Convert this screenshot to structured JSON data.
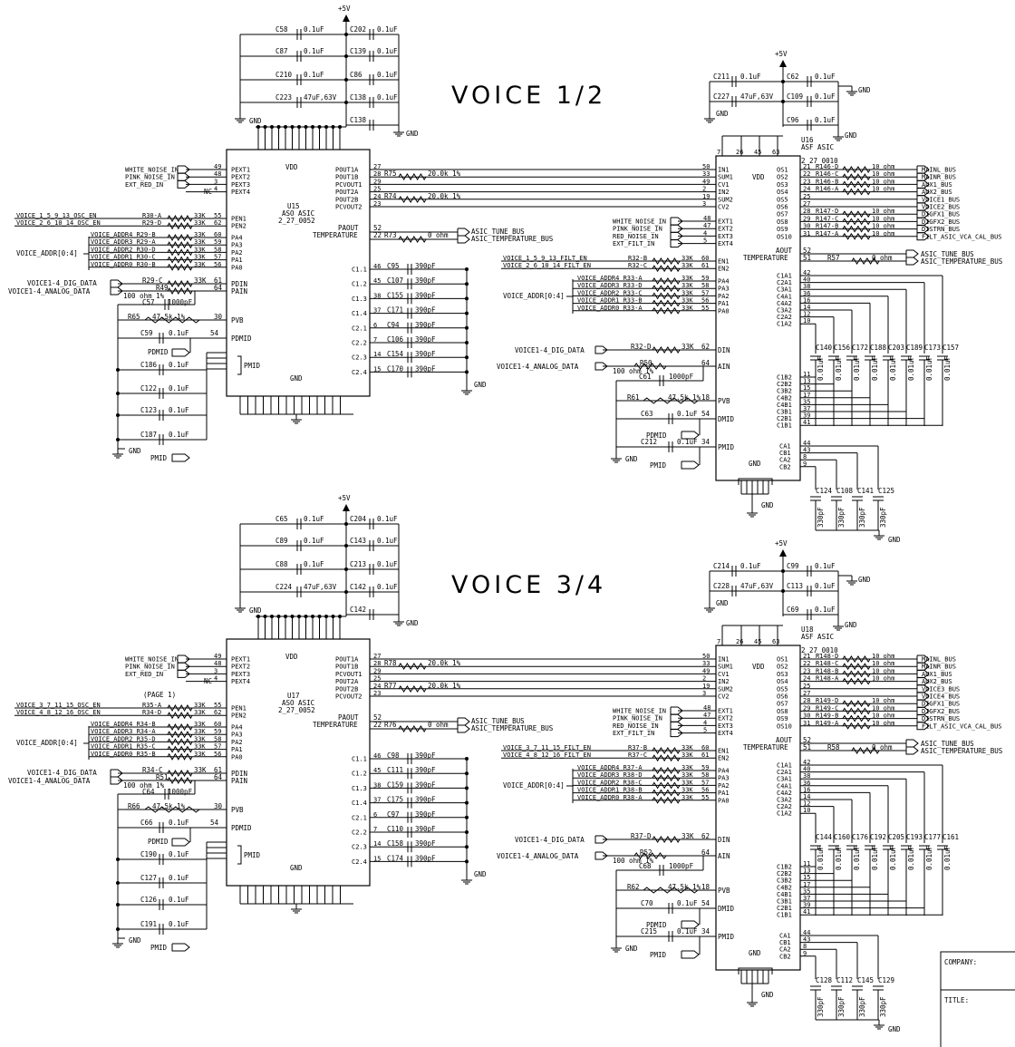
{
  "titles": {
    "voice12": "VOICE 1/2",
    "voice34": "VOICE 3/4"
  },
  "labels": {
    "plus5v": "+5V",
    "gnd": "GND",
    "vdd": "VDD",
    "pmid": "PMID",
    "pdmid": "PDMID",
    "page1": "(PAGE 1)"
  },
  "caps_top_left": {
    "C58": "C58",
    "C87": "C87",
    "C210": "C210",
    "C223": "C223",
    "C202": "C202",
    "C139": "C139",
    "C86": "C86",
    "C138": "C138",
    "val": "0.1uF",
    "big": "47uF,63V"
  },
  "u15": {
    "ref": "U15",
    "type": "ASO ASIC",
    "part": "2_27_0052"
  },
  "u17": {
    "ref": "U17",
    "type": "ASO ASIC",
    "part": "2_27_0052"
  },
  "u16": {
    "ref": "U16",
    "type": "ASF ASIC",
    "part": "2_27_0010"
  },
  "u18": {
    "ref": "U18",
    "type": "ASF ASIC",
    "part": "2_27_0010"
  },
  "aso_left_pins": [
    {
      "num": "49",
      "name": "PEXT1",
      "net": "WHITE_NOISE_IN"
    },
    {
      "num": "48",
      "name": "PEXT2",
      "net": "PINK_NOISE_IN"
    },
    {
      "num": "3",
      "name": "PEXT3",
      "net": "EXT_RED_IN"
    },
    {
      "num": "4",
      "name": "PEXT4",
      "net": "NC"
    }
  ],
  "aso_right_pins": [
    {
      "num": "27",
      "name": "POUT1A"
    },
    {
      "num": "28",
      "name": "POUT1B"
    },
    {
      "num": "29",
      "name": "PCVOUT1"
    },
    {
      "num": "25",
      "name": "POUT2A"
    },
    {
      "num": "24",
      "name": "POUT2B"
    },
    {
      "num": "23",
      "name": "PCVOUT2"
    }
  ],
  "aso_misc": {
    "paout": "PAOUT",
    "temperature": "TEMPERATURE",
    "p52": "52",
    "p22": "22",
    "tune": "ASIC_TUNE_BUS",
    "temp": "ASIC_TEMPERATURE_BUS",
    "r0": "0 ohm",
    "r20k": "20.0k 1%"
  },
  "aso_cpins": [
    {
      "num": "46",
      "name": "C1.1"
    },
    {
      "num": "45",
      "name": "C1.2"
    },
    {
      "num": "38",
      "name": "C1.3"
    },
    {
      "num": "37",
      "name": "C1.4"
    },
    {
      "num": "6",
      "name": "C2.1"
    },
    {
      "num": "7",
      "name": "C2.2"
    },
    {
      "num": "14",
      "name": "C2.3"
    },
    {
      "num": "15",
      "name": "C2.4"
    }
  ],
  "aso_cap_val": "390pF",
  "aso_pa": [
    {
      "name": "PA4",
      "num": "60"
    },
    {
      "name": "PA3",
      "num": "59"
    },
    {
      "name": "PA2",
      "num": "58"
    },
    {
      "name": "PA1",
      "num": "57"
    },
    {
      "name": "PA0",
      "num": "56"
    }
  ],
  "voice_addr": "VOICE_ADDR[0:4]",
  "pen": {
    "pen1": "PEN1",
    "pen2": "PEN2",
    "n55": "55",
    "n62": "62"
  },
  "pdin": {
    "pdin": "PDIN",
    "pain": "PAIN",
    "n61": "61",
    "n64": "64",
    "dig": "VOICE1-4_DIG_DATA",
    "ana": "VOICE1-4_ANALOG_DATA",
    "r100": "100 ohm 1%"
  },
  "pvb": {
    "name": "PVB",
    "r": "47.5k 1%",
    "n30": "30",
    "n54": "54",
    "cap": "1000pF"
  },
  "res_val": "33K",
  "top": {
    "osc1": "VOICE_1_5_9_13_OSC_EN",
    "osc2": "VOICE_2_6_10_14_OSC_EN",
    "r30a": "R30-A",
    "r29d": "R29-D",
    "pa_r": [
      "VOICE_ADDR4 R29-B",
      "VOICE_ADDR3 R29-A",
      "VOICE_ADDR2 R30-D",
      "VOICE_ADDR1 R30-C",
      "VOICE_ADDR0 R30-B"
    ],
    "r29c": "R29-C",
    "r49": "R49",
    "c57": "C57",
    "r65": "R65",
    "c59": "C59",
    "c186": "C186",
    "c122": "C122",
    "c123": "C123",
    "c187": "C187",
    "r75": "R75",
    "r74": "R74",
    "r73": "R73",
    "c95": "C95",
    "c107": "C107",
    "c155": "C155",
    "c171": "C171",
    "c94": "C94",
    "c106": "C106",
    "c154": "C154",
    "c170": "C170"
  },
  "bot": {
    "osc1": "VOICE_3_7_11_15_OSC_EN",
    "osc2": "VOICE_4_8_12_16_OSC_EN",
    "r35a": "R35-A",
    "r34d": "R34-D",
    "pa_r": [
      "VOICE_ADDR4 R34-B",
      "VOICE_ADDR3 R34-A",
      "VOICE_ADDR2 R35-D",
      "VOICE_ADDR1 R35-C",
      "VOICE_ADDR0 R35-B"
    ],
    "r34c": "R34-C",
    "r51": "R51",
    "c64": "C64",
    "r66": "R66",
    "c66": "C66",
    "c190": "C190",
    "c127": "C127",
    "c126": "C126",
    "c191": "C191",
    "r78": "R78",
    "r77": "R77",
    "r76": "R76",
    "c98": "C98",
    "c111": "C111",
    "c159": "C159",
    "c175": "C175",
    "c97": "C97",
    "c110": "C110",
    "c158": "C158",
    "c174": "C174",
    "c65": "C65",
    "c89": "C89",
    "c88": "C88",
    "c224": "C224",
    "c204": "C204",
    "c143": "C143",
    "c213": "C213",
    "c142": "C142"
  },
  "asf_left": [
    {
      "num": "50",
      "name": "IN1"
    },
    {
      "num": "33",
      "name": "SUM1"
    },
    {
      "num": "49",
      "name": "CV1"
    },
    {
      "num": "2",
      "name": "IN2"
    },
    {
      "num": "19",
      "name": "SUM2"
    },
    {
      "num": "3",
      "name": "CV2"
    }
  ],
  "asf_ext": [
    {
      "net": "WHITE_NOISE_IN",
      "num": "48",
      "name": "EXT1"
    },
    {
      "net": "PINK_NOISE_IN",
      "num": "47",
      "name": "EXT2"
    },
    {
      "net": "RED_NOISE_IN",
      "num": "4",
      "name": "EXT3"
    },
    {
      "net": "EXT_FILT_IN",
      "num": "5",
      "name": "EXT4"
    }
  ],
  "asf_os": [
    {
      "name": "OS1",
      "num": "21"
    },
    {
      "name": "OS2",
      "num": "22"
    },
    {
      "name": "OS3",
      "num": "23"
    },
    {
      "name": "OS4",
      "num": "24"
    },
    {
      "name": "OS5",
      "num": "25"
    },
    {
      "name": "OS6",
      "num": "27"
    },
    {
      "name": "OS7",
      "num": "28"
    },
    {
      "name": "OS8",
      "num": "29"
    },
    {
      "name": "OS9",
      "num": "30"
    },
    {
      "name": "OS10",
      "num": "31"
    }
  ],
  "os_res_top": [
    "R146-D",
    "R146-C",
    "R146-B",
    "R146-A",
    "",
    "",
    "R147-D",
    "R147-C",
    "R147-B",
    "R147-A"
  ],
  "os_res_bot": [
    "R148-D",
    "R148-C",
    "R148-B",
    "R148-A",
    "",
    "",
    "R149-D",
    "R149-C",
    "R149-B",
    "R149-A"
  ],
  "os_r_val": "10 ohm",
  "os_nets_top": [
    "MAINL_BUS",
    "MAINR_BUS",
    "AUX1_BUS",
    "AUX2_BUS",
    "VOICE1_BUS",
    "VOICE2_BUS",
    "DIGFX1_BUS",
    "DIGFX2_BUS",
    "DISTRN_BUS",
    "FILT_ASIC_VCA_CAL_BUS"
  ],
  "os_nets_bot": [
    "MAINL_BUS",
    "MAINR_BUS",
    "AUX1_BUS",
    "AUX2_BUS",
    "VOICE3_BUS",
    "VOICE4_BUS",
    "DIGFX1_BUS",
    "DIGFX2_BUS",
    "DISTRN_BUS",
    "FILT_ASIC_VCA_CAL_BUS"
  ],
  "asf_aout": {
    "aout": "AOUT",
    "temperature": "TEMPERATURE",
    "n52": "52",
    "n51": "51",
    "r57": "R57",
    "r58": "R58",
    "tune": "ASIC_TUNE_BUS",
    "temp": "ASIC_TEMPERATURE_BUS"
  },
  "asf_en": {
    "top1": "VOICE_1_5_9_13_FILT_EN",
    "top2": "VOICE_2_6_10_14_FILT_EN",
    "bot1": "VOICE_3_7_11_15_FILT_EN",
    "bot2": "VOICE_4_8_12_16_FILT_EN",
    "en1": "EN1",
    "en2": "EN2",
    "n60": "60",
    "n61": "61",
    "r_top": [
      "R32-B",
      "R32-C"
    ],
    "r_bot": [
      "R37-B",
      "R37-C"
    ]
  },
  "asf_pa_top": [
    "VOICE_ADDR4 R33-A",
    "VOICE_ADDR3 R33-D",
    "VOICE_ADDR2 R33-C",
    "VOICE_ADDR1 R33-B",
    "VOICE_ADDR0 R33-A"
  ],
  "asf_pa_bot": [
    "VOICE_ADDR4 R37-A",
    "VOICE_ADDR3 R38-D",
    "VOICE_ADDR2 R38-C",
    "VOICE_ADDR1 R38-B",
    "VOICE_ADDR0 R38-A"
  ],
  "asf_pa_nums": [
    "59",
    "58",
    "57",
    "56",
    "55"
  ],
  "asf_din": {
    "din": "DIN",
    "ain": "AIN",
    "n62": "62",
    "n64": "64",
    "pvb": "PVB",
    "dmid": "DMID",
    "pmid": "PMID",
    "n18": "18",
    "n54": "54",
    "n34": "34"
  },
  "asf_top_misc": {
    "r32d": "R32-D",
    "r50": "R50",
    "c61": "C61",
    "r61": "R61",
    "c63": "C63",
    "c212": "C212"
  },
  "asf_bot_misc": {
    "r37d": "R37-D",
    "r52": "R52",
    "c68": "C68",
    "r62": "R62",
    "c70": "C70",
    "c215": "C215"
  },
  "asf_c": [
    {
      "name": "C1A1",
      "num": "42"
    },
    {
      "name": "C2A1",
      "num": "40"
    },
    {
      "name": "C3A1",
      "num": "38"
    },
    {
      "name": "C4A1",
      "num": "36"
    },
    {
      "name": "C4A2",
      "num": "16"
    },
    {
      "name": "C3A2",
      "num": "14"
    },
    {
      "name": "C2A2",
      "num": "12"
    },
    {
      "name": "C1A2",
      "num": "10"
    }
  ],
  "asf_cb": [
    {
      "name": "C1B2",
      "num": "11"
    },
    {
      "name": "C2B2",
      "num": "13"
    },
    {
      "name": "C3B2",
      "num": "15"
    },
    {
      "name": "C4B2",
      "num": "17"
    },
    {
      "name": "C4B1",
      "num": "35"
    },
    {
      "name": "C3B1",
      "num": "37"
    },
    {
      "name": "C2B1",
      "num": "39"
    },
    {
      "name": "C1B1",
      "num": "41"
    }
  ],
  "asf_ca": [
    {
      "name": "CA1",
      "num": "44"
    },
    {
      "name": "CB1",
      "num": "43"
    },
    {
      "name": "CA2",
      "num": "8"
    },
    {
      "name": "CB2",
      "num": "9"
    }
  ],
  "asf_pwr": {
    "p7": "7",
    "p26": "26",
    "p45": "45",
    "p63": "63"
  },
  "asf_caps_top": {
    "row": [
      "C140",
      "C156",
      "C172",
      "C188",
      "C203",
      "C189",
      "C173",
      "C157"
    ],
    "small": [
      "C124",
      "C108",
      "C141",
      "C125"
    ],
    "supply": [
      "C211",
      "C227",
      "C62",
      "C109",
      "C96"
    ]
  },
  "asf_caps_bot": {
    "row": [
      "C144",
      "C160",
      "C176",
      "C192",
      "C205",
      "C193",
      "C177",
      "C161"
    ],
    "small": [
      "C128",
      "C112",
      "C145",
      "C129"
    ],
    "supply": [
      "C214",
      "C228",
      "C99",
      "C113",
      "C69"
    ]
  },
  "small_val": "330pF",
  "c001": "0.01uF",
  "titleblock": {
    "company": "COMPANY:",
    "title": "TITLE:"
  }
}
